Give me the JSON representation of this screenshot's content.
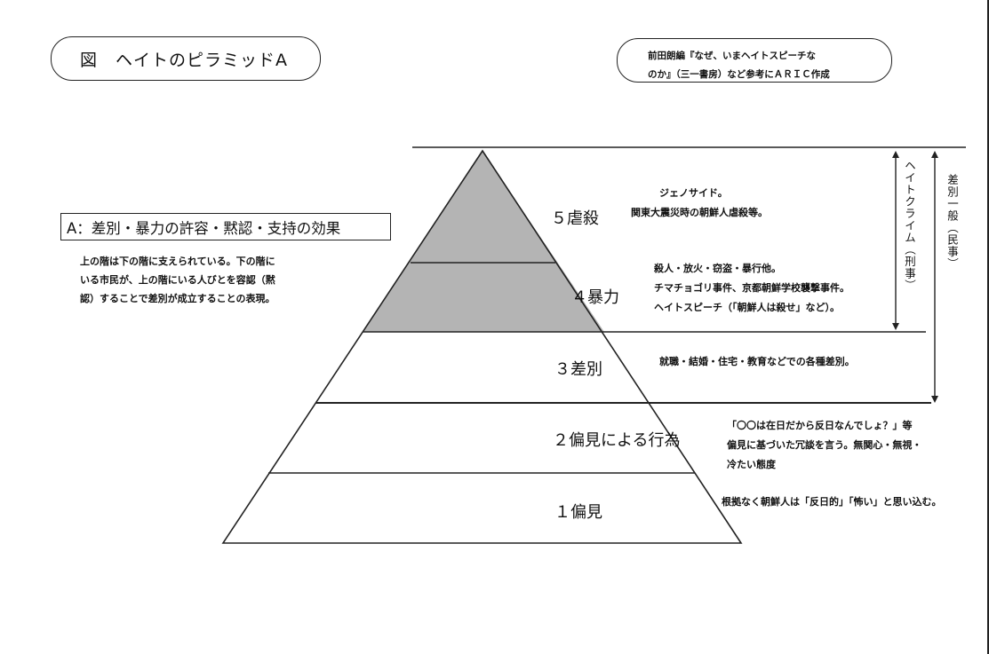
{
  "title": "図　ヘイトのピラミッドA",
  "source": [
    "前田朗編『なぜ、いまヘイトスピーチな",
    "のか』（三一書房）など参考にＡＲＩＣ作成"
  ],
  "a_box": {
    "label": "A：差別・暴力の許容・黙認・支持の効果",
    "description": [
      "上の階は下の階に支えられている。下の階に",
      "いる市民が、上の階にいる人びとを容認（黙",
      "認）することで差別が成立することの表現。"
    ]
  },
  "levels": [
    {
      "label": "５虐殺",
      "examples": [
        "ジェノサイド。",
        "関東大震災時の朝鮮人虐殺等。"
      ]
    },
    {
      "label": "４暴力",
      "examples": [
        "殺人・放火・窃盗・暴行他。",
        "チマチョゴリ事件、京都朝鮮学校襲撃事件。",
        "ヘイトスピーチ（「朝鮮人は殺せ」など）。"
      ]
    },
    {
      "label": "３差別",
      "examples": [
        "就職・結婚・住宅・教育などでの各種差別。"
      ]
    },
    {
      "label": "２偏見による行為",
      "examples": [
        "「〇〇は在日だから反日なんでしょ？」等",
        "偏見に基づいた冗談を言う。無関心・無視・",
        "冷たい態度"
      ]
    },
    {
      "label": "１偏見",
      "examples": [
        "根拠なく朝鮮人は「反日的」「怖い」と思い込む。"
      ]
    }
  ],
  "brackets": {
    "hate_crime": "ヘイトクライム（刑事）",
    "discrimination": "差別一般（民事）"
  },
  "colors": {
    "shaded": "#b4b4b4",
    "line": "#222222"
  }
}
